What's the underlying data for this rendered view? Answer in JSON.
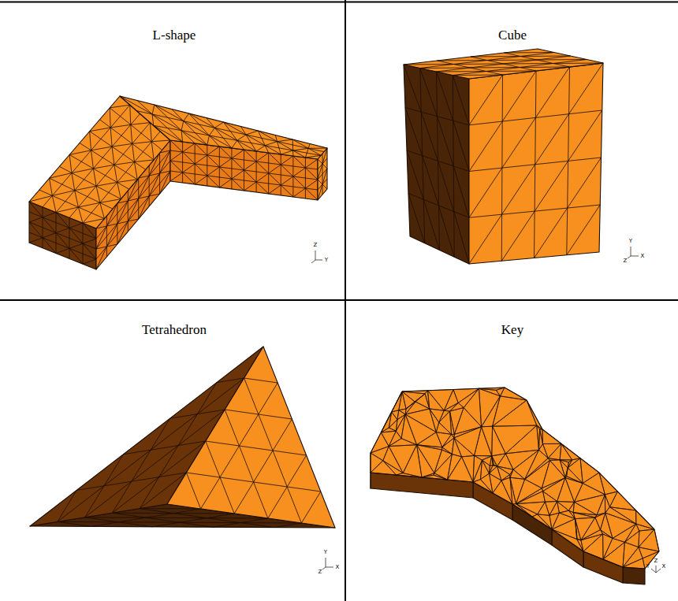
{
  "diagram": {
    "labels": [
      "L-shape",
      "Cube",
      "Tetrahedron",
      "Key",
      "Z",
      "Y",
      "Y",
      "Z",
      "X",
      "Y",
      "Z",
      "X",
      "Y",
      "Z",
      "X"
    ]
  }
}
